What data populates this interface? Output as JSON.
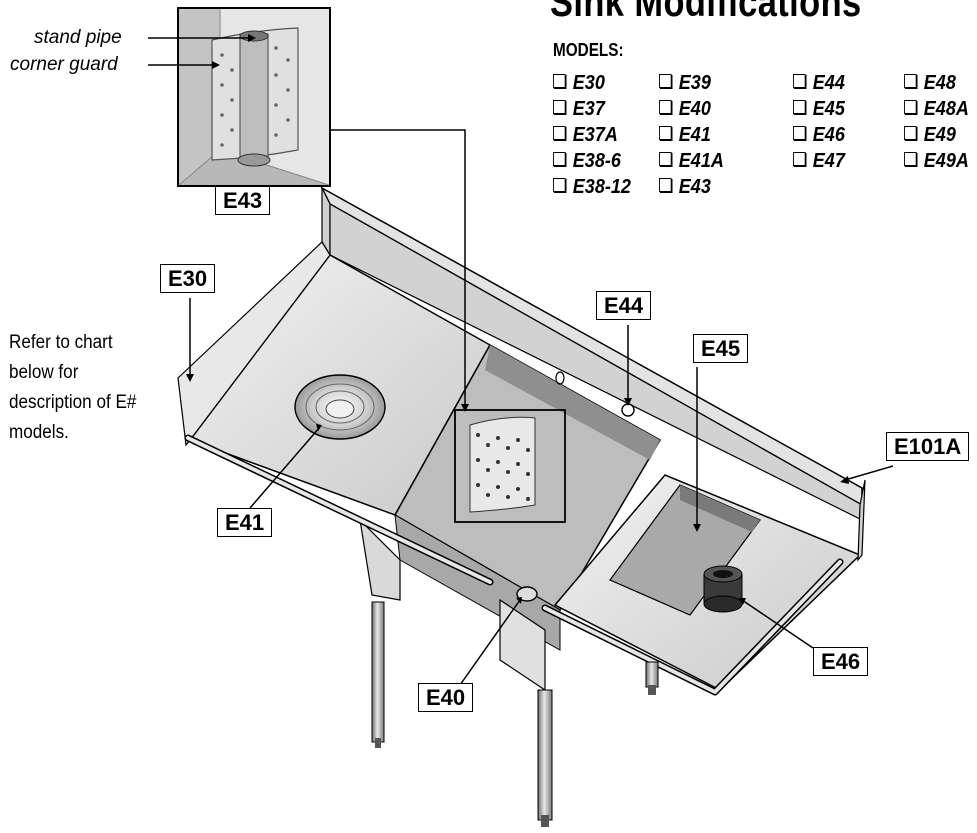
{
  "title": "Sink Modifications",
  "models": {
    "heading": "MODELS:",
    "columns": [
      [
        "E30",
        "E37",
        "E37A",
        "E38-6",
        "E38-12"
      ],
      [
        "E39",
        "E40",
        "E41",
        "E41A",
        "E43"
      ],
      [
        "E44",
        "E45",
        "E46",
        "E47"
      ],
      [
        "E48",
        "E48A",
        "E49",
        "E49A"
      ]
    ]
  },
  "inset": {
    "stand_pipe_label": "stand pipe",
    "corner_guard_label": "corner guard",
    "tag": "E43"
  },
  "tags": {
    "e30": "E30",
    "e41": "E41",
    "e40": "E40",
    "e44": "E44",
    "e45": "E45",
    "e46": "E46",
    "e101a": "E101A"
  },
  "note": "Refer to chart below for description of E# models."
}
